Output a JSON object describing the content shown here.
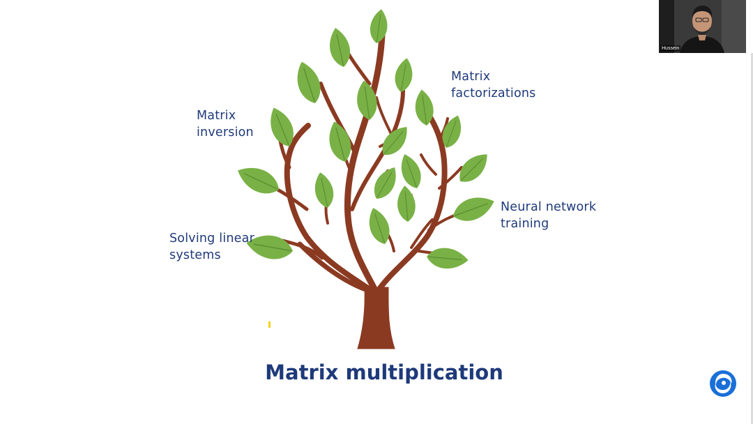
{
  "slide": {
    "labels": {
      "matrix_factorizations": "Matrix\nfactorizations",
      "matrix_inversion": "Matrix\ninversion",
      "neural_network_training": "Neural network\ntraining",
      "solving_linear_systems": "Solving linear\nsystems"
    },
    "title": "Matrix multiplication",
    "colors": {
      "text": "#1f3a7a",
      "trunk": "#8b3a22",
      "leaf": "#79b146",
      "leaf_vein": "#8b3a22"
    }
  },
  "video_call": {
    "participant_name": "Hussein",
    "icons": [
      "person-video-icon"
    ]
  },
  "brand": {
    "logo_icon": "swirl-logo-icon",
    "color": "#1a6fd8"
  }
}
